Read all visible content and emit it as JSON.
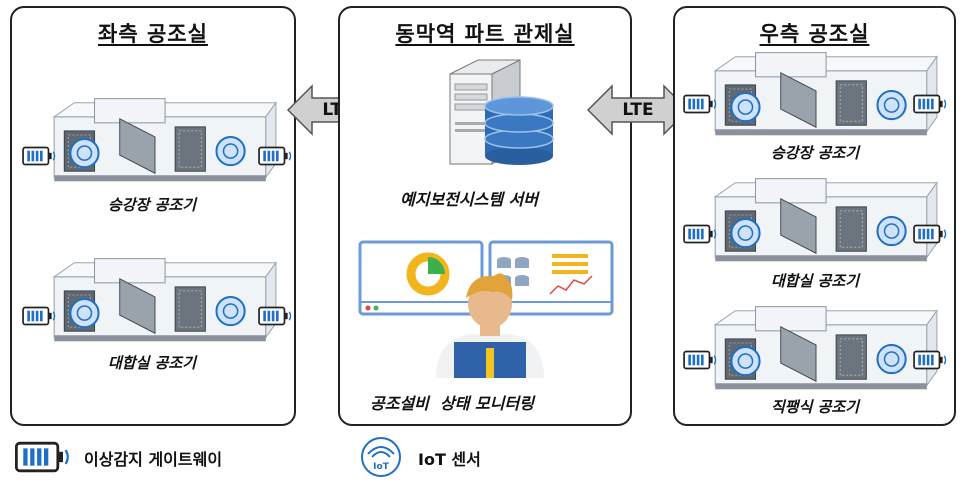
{
  "panels": {
    "left": {
      "title": "좌측 공조실",
      "units": [
        {
          "label": "승강장 공조기"
        },
        {
          "label": "대합실 공조기"
        }
      ]
    },
    "center": {
      "title": "동막역 파트 관제실",
      "server_label": "예지보전시스템 서버",
      "monitor_label": "공조설비  상태 모니터링"
    },
    "right": {
      "title": "우측 공조실",
      "units": [
        {
          "label": "승강장 공조기"
        },
        {
          "label": "대합실 공조기"
        },
        {
          "label": "직팽식 공조기"
        }
      ]
    }
  },
  "links": {
    "left": "LTE",
    "right": "LTE"
  },
  "legend": {
    "gateway": "이상감지 게이트웨이",
    "sensor": "IoT 센서",
    "sensor_icon_text": "IoT"
  },
  "colors": {
    "sensor_blue": "#1f6fc7",
    "server_blue": "#2f6bb5",
    "monitor_frame": "#5b8fd0",
    "ahu_gray": "#7d8590",
    "arrow_gray": "#c8c8c8"
  },
  "icons": [
    "server-icon",
    "database-icon",
    "operator-icon",
    "monitor-icon",
    "gateway-icon",
    "iot-sensor-icon",
    "air-handling-unit-icon"
  ]
}
